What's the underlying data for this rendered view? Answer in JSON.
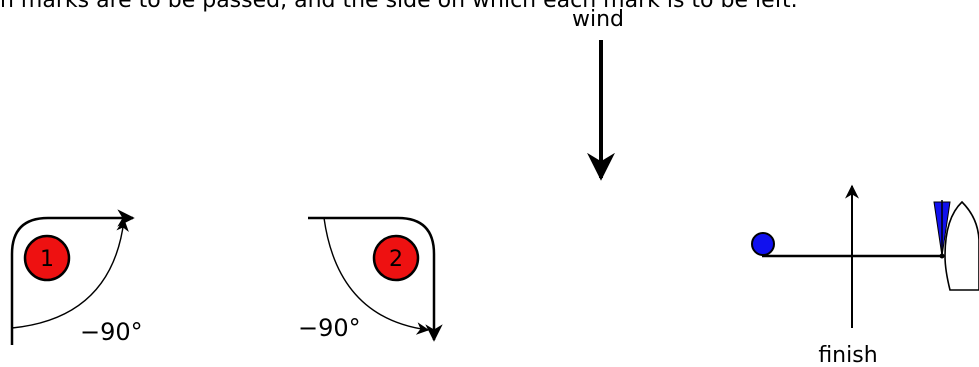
{
  "top_text": "h marks are to be passed, and the side on which each mark is to be left.",
  "wind_label": "wind",
  "mark1": {
    "number": "1",
    "angle": "−90°"
  },
  "mark2": {
    "number": "2",
    "angle": "−90°"
  },
  "finish_label": "finish",
  "colors": {
    "mark": "#ee1111",
    "buoy": "#1111ee",
    "flag": "#1111ee",
    "line": "#000000"
  }
}
